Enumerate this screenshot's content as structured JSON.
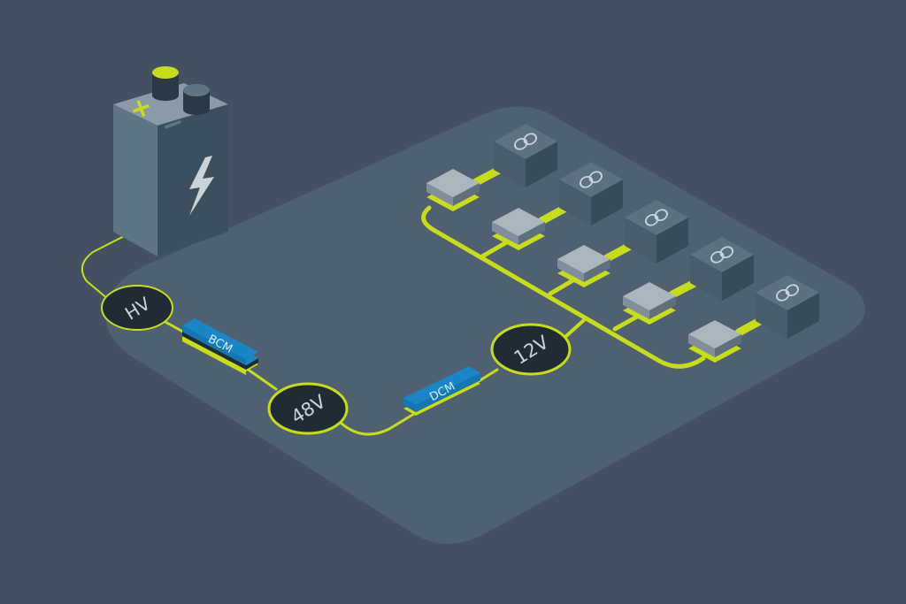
{
  "colors": {
    "background": "#435262",
    "platform": "#4f6070",
    "wire": "#c8dc1e",
    "battery_front": "#5f7584",
    "battery_side": "#3d4f5d",
    "battery_top": "#8a9ba7",
    "node_fill": "#1f2c36",
    "converter_blue": "#1a86c8",
    "load_top": "#5d717f",
    "load_front": "#3a4b58"
  },
  "battery": {
    "plus_symbol": "+",
    "minus_symbol": "−"
  },
  "nodes": {
    "hv": "HV",
    "v48": "48V",
    "v12": "12V"
  },
  "converters": {
    "bcm": "BCM",
    "dcm": "DCM"
  },
  "loads": [
    {
      "icon": "load-rings-icon"
    },
    {
      "icon": "load-rings-icon"
    },
    {
      "icon": "load-rings-icon"
    },
    {
      "icon": "load-rings-icon"
    },
    {
      "icon": "load-rings-icon"
    }
  ]
}
